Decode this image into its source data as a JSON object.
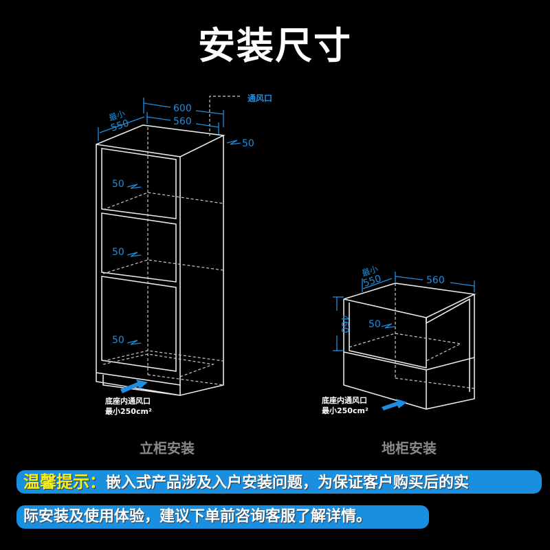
{
  "title": "安装尺寸",
  "colors": {
    "dimension": "#1e8fe0",
    "banner": "#1a8fe0",
    "highlight": "#f5f01a"
  },
  "tall_cabinet": {
    "caption": "立柜安装",
    "width_outer": "600",
    "width_inner": "560",
    "depth_label": "最小",
    "depth": "550",
    "vent_label": "通风口",
    "top_gap": "50",
    "shelf_gaps": [
      "50",
      "50",
      "50"
    ],
    "base_vent_line1": "底座内通风口",
    "base_vent_line2": "最小250cm²"
  },
  "base_cabinet": {
    "caption": "地柜安装",
    "depth_label": "最小",
    "depth": "550",
    "width": "560",
    "height": "460",
    "gap": "50",
    "base_vent_line1": "底座内通风口",
    "base_vent_line2": "最小250cm²"
  },
  "tip": {
    "label": "温馨提示：",
    "line1": "嵌入式产品涉及入户安装问题，为保证客户购买后的实",
    "line2": "际安装及使用体验，建议下单前咨询客服了解详情。"
  }
}
